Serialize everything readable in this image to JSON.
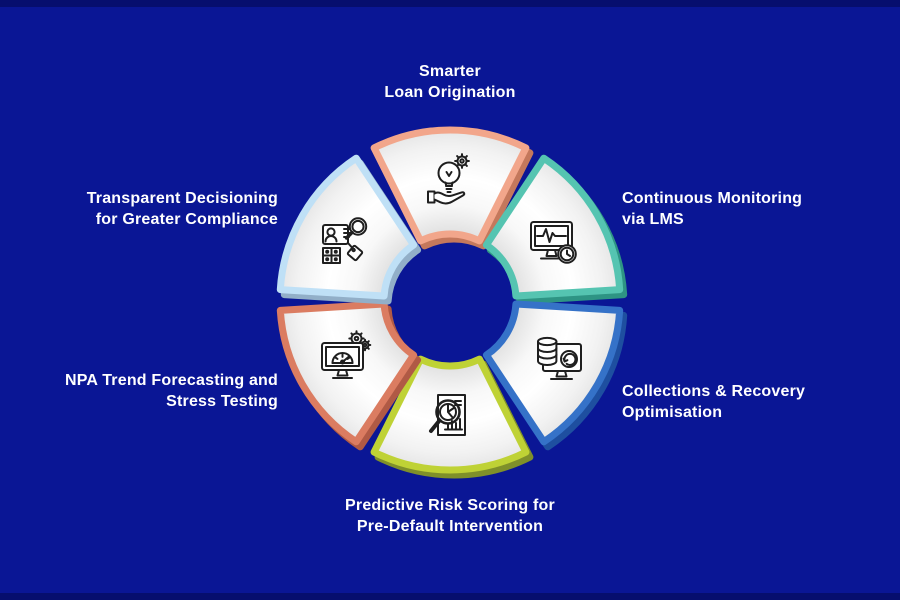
{
  "background": {
    "canvas_color": "#0A1695",
    "edge_strip_color": "#060E6E"
  },
  "diagram": {
    "type": "circular-process",
    "text_color": "#FFFFFF",
    "icon_stroke_color": "#1F1F1F",
    "face_colors": {
      "center": "#FFFFFF",
      "edge": "#E4E4E4"
    },
    "segments": [
      {
        "position": "top",
        "label_lines": [
          "Smarter",
          "Loan Origination"
        ],
        "icon": "hand-bulb-gear-icon",
        "rim_color": "#F2A68B",
        "depth_color": "#C4785C"
      },
      {
        "position": "top-right",
        "label_lines": [
          "Continuous Monitoring",
          "via LMS"
        ],
        "icon": "monitor-waveform-clock-icon",
        "rim_color": "#55C4B1",
        "depth_color": "#2E9484"
      },
      {
        "position": "bottom-right",
        "label_lines": [
          "Collections & Recovery",
          "Optimisation"
        ],
        "icon": "monitor-database-refresh-icon",
        "rim_color": "#3572C8",
        "depth_color": "#1E4FA0"
      },
      {
        "position": "bottom",
        "label_lines": [
          "Predictive Risk Scoring for",
          "Pre-Default Intervention"
        ],
        "icon": "magnifier-report-chart-icon",
        "rim_color": "#BFD235",
        "depth_color": "#7F902A"
      },
      {
        "position": "bottom-left",
        "label_lines": [
          "NPA Trend Forecasting and",
          "Stress Testing"
        ],
        "icon": "monitor-gauge-gears-icon",
        "rim_color": "#DB7C61",
        "depth_color": "#B05A45"
      },
      {
        "position": "top-left",
        "label_lines": [
          "Transparent Decisioning",
          "for Greater Compliance"
        ],
        "icon": "profile-audit-magnifier-icon",
        "rim_color": "#BFE0F6",
        "depth_color": "#92AFC8"
      }
    ]
  }
}
